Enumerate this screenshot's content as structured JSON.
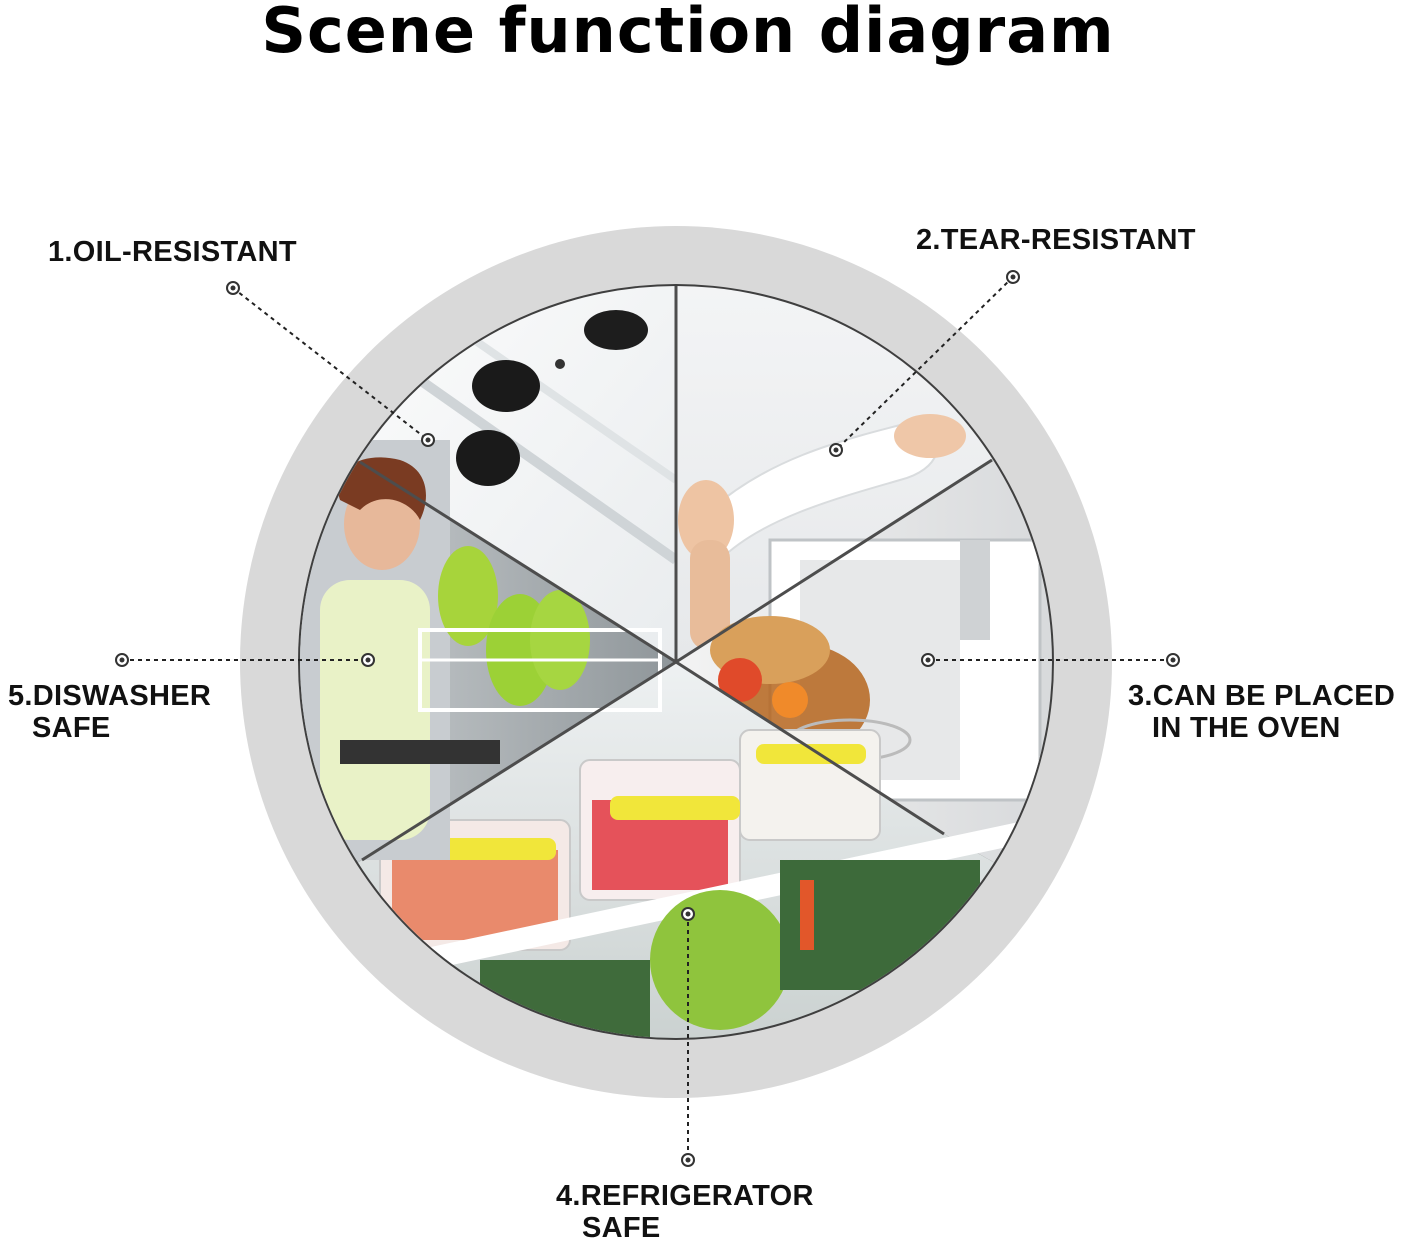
{
  "title": "Scene function diagram",
  "labels": {
    "oil": "1.OIL-RESISTANT",
    "tear": "2.TEAR-RESISTANT",
    "oven_line1": "3.CAN BE PLACED",
    "oven_line2": "IN THE OVEN",
    "fridge_line1": "4.REFRIGERATOR",
    "fridge_line2": "SAFE",
    "dish_line1": "5.DISWASHER",
    "dish_line2": "SAFE"
  },
  "colors": {
    "ring": "#d9d9d9",
    "divider": "#4d4d4d",
    "leader": "#222222"
  }
}
